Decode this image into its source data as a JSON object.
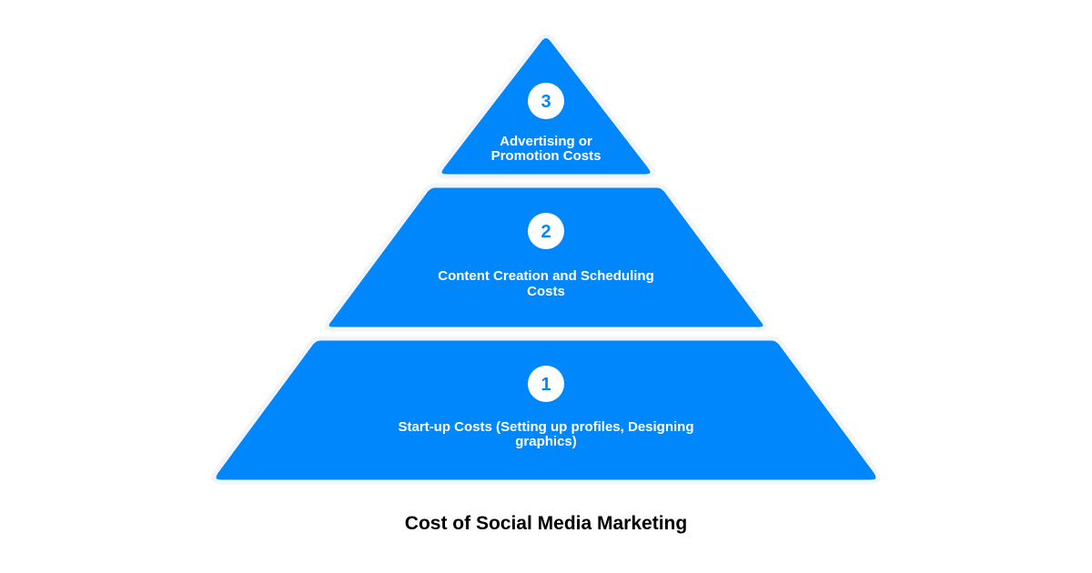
{
  "colors": {
    "tier_fill": "#0087fc",
    "badge_fill": "#ffffff",
    "badge_text": "#0087fc",
    "label_text": "#ffffff",
    "title_text": "#000000"
  },
  "diagram": {
    "title": "Cost of Social Media Marketing",
    "tiers": [
      {
        "number": "3",
        "label_lines": [
          "Advertising or",
          "Promotion Costs"
        ]
      },
      {
        "number": "2",
        "label_lines": [
          "Content Creation and Scheduling",
          "Costs"
        ]
      },
      {
        "number": "1",
        "label_lines": [
          "Start-up Costs (Setting up profiles, Designing",
          "graphics)"
        ]
      }
    ]
  }
}
